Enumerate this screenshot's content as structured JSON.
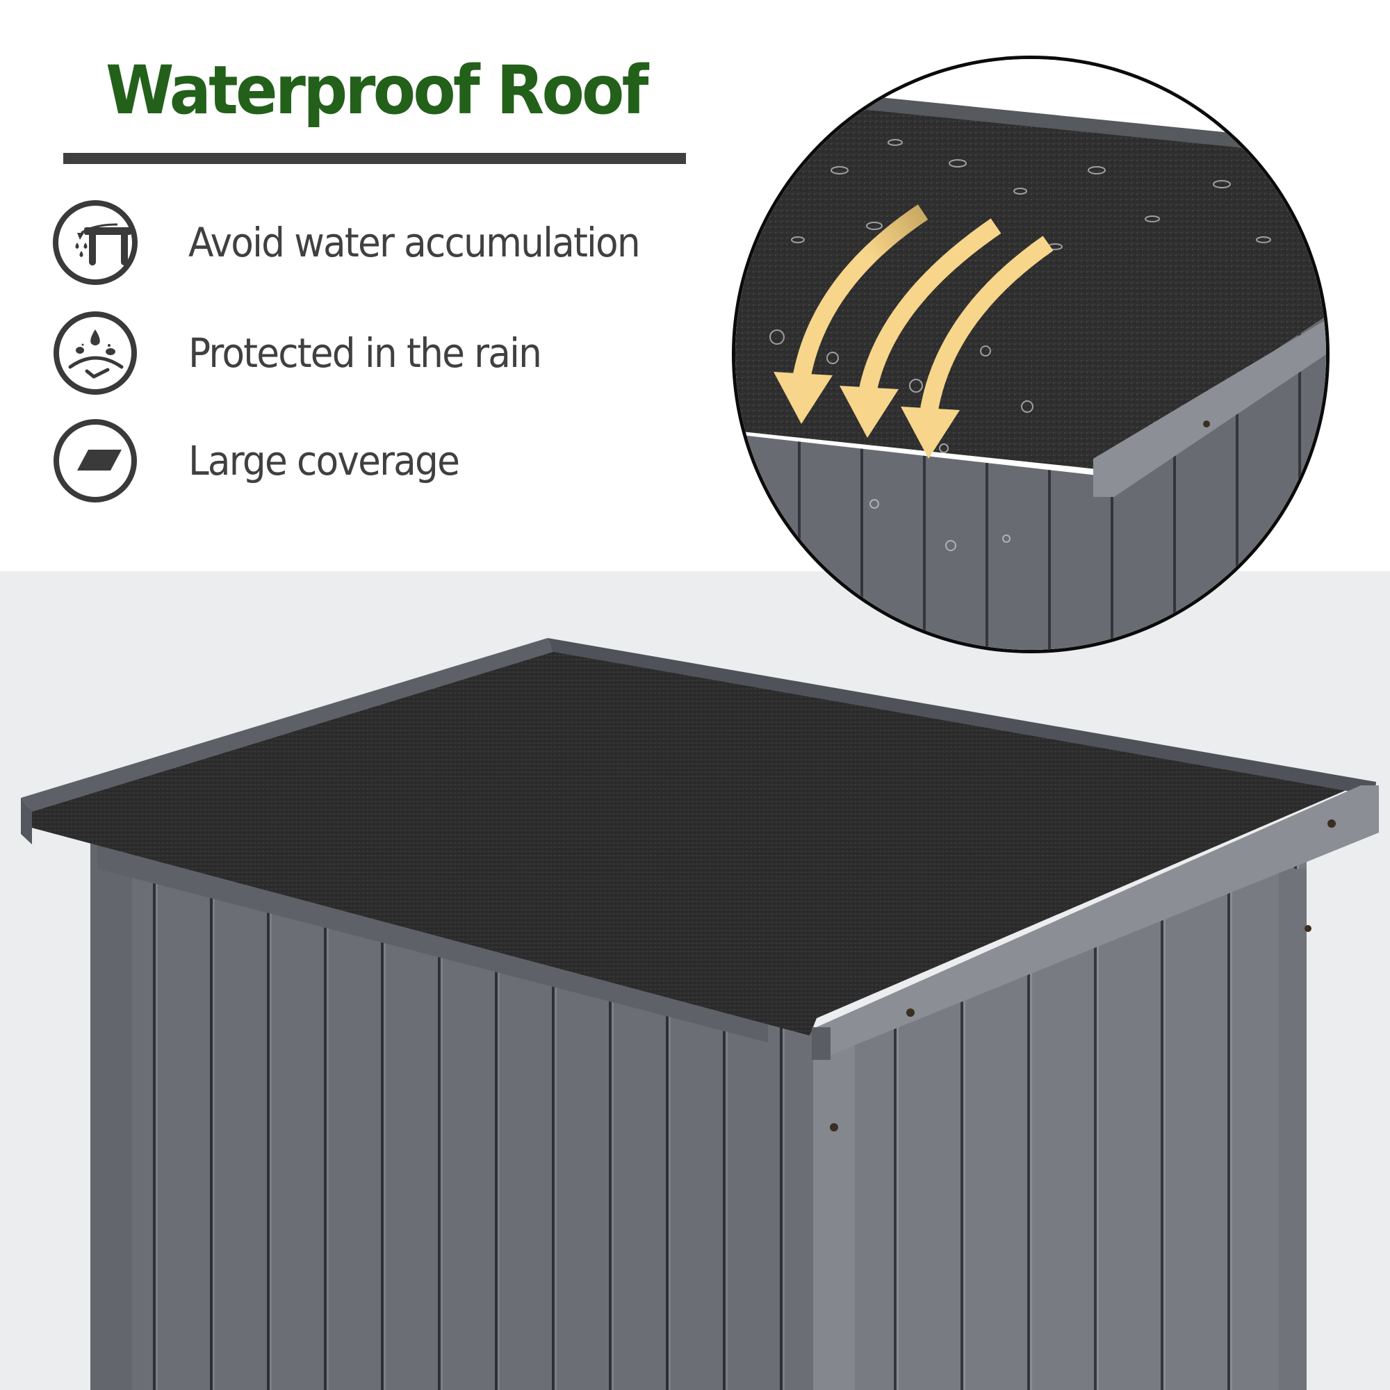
{
  "header": {
    "title": "Waterproof Roof"
  },
  "features": [
    {
      "icon": "table-water-runoff-icon",
      "label": "Avoid water accumulation"
    },
    {
      "icon": "rain-protection-icon",
      "label": "Protected in the rain"
    },
    {
      "icon": "coverage-panel-icon",
      "label": "Large coverage"
    }
  ],
  "inset": {
    "description": "Close-up of asphalt roof with water droplets and arrows showing rain runoff",
    "arrow_count": 3
  },
  "photo": {
    "description": "Grey wooden storage shed with black asphalt felt roof"
  },
  "colors": {
    "heading": "#23601a",
    "divider": "#3f3f3f",
    "text": "#404040",
    "icon": "#3a3a3a",
    "background_lower": "#ecedef",
    "roof": "#2e2e2e",
    "wood": "#6f7378",
    "arrow": "#f7d58a"
  }
}
